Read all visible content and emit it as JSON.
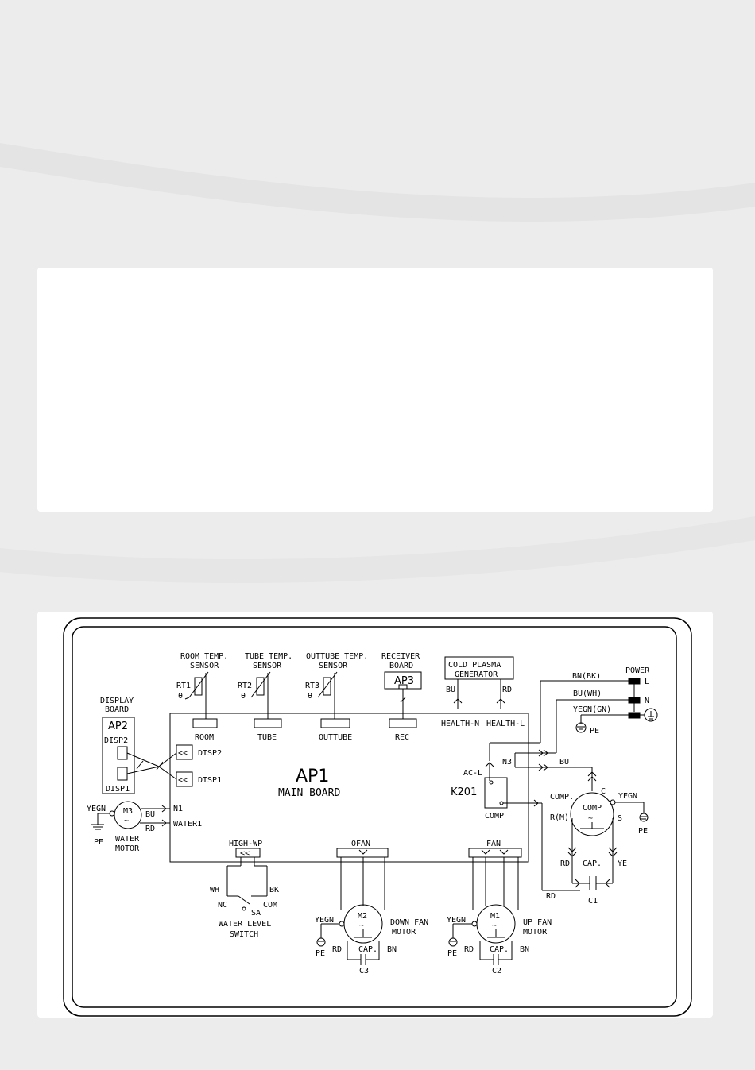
{
  "diagram": {
    "main_board": {
      "id": "AP1",
      "name": "MAIN BOARD"
    },
    "sensors": [
      {
        "title_line1": "ROOM TEMP.",
        "title_line2": "SENSOR",
        "ref": "RT1",
        "theta": "θ",
        "connector": "ROOM"
      },
      {
        "title_line1": "TUBE TEMP.",
        "title_line2": "SENSOR",
        "ref": "RT2",
        "theta": "θ",
        "connector": "TUBE"
      },
      {
        "title_line1": "OUTTUBE TEMP.",
        "title_line2": "SENSOR",
        "ref": "RT3",
        "theta": "θ",
        "connector": "OUTTUBE"
      }
    ],
    "receiver": {
      "title_line1": "RECEIVER",
      "title_line2": "BOARD",
      "id": "AP3",
      "connector": "REC"
    },
    "plasma": {
      "line1": "COLD PLASMA",
      "line2": "GENERATOR",
      "wire_left": "BU",
      "wire_right": "RD",
      "health_n": "HEALTH-N",
      "health_l": "HEALTH-L"
    },
    "display": {
      "title_line1": "DISPLAY",
      "title_line2": "BOARD",
      "id": "AP2",
      "disp2": "DISP2",
      "disp1": "DISP1",
      "arrow": "<<"
    },
    "water_motor": {
      "label_line1": "WATER",
      "label_line2": "MOTOR",
      "id": "M3",
      "yegn": "YEGN",
      "pe": "PE",
      "bu": "BU",
      "rd": "RD",
      "n1": "N1",
      "water1": "WATER1"
    },
    "power": {
      "title": "POWER",
      "l": "L",
      "n": "N",
      "bn": "BN(BK)",
      "bu": "BU(WH)",
      "yegn": "YEGN(GN)",
      "pe": "PE"
    },
    "relay": {
      "ac_l": "AC-L",
      "n3": "N3",
      "k201": "K201",
      "comp": "COMP",
      "bu": "BU"
    },
    "compressor": {
      "label": "COMP.",
      "inner": "COMP",
      "c": "C",
      "r": "R(M)",
      "s": "S",
      "yegn": "YEGN",
      "pe": "PE",
      "rd": "RD",
      "ye": "YE",
      "cap": "CAP.",
      "c1": "C1",
      "rd_wire": "RD"
    },
    "high_wp": {
      "label": "HIGH-WP",
      "wh": "WH",
      "bk": "BK",
      "nc": "NC",
      "com": "COM",
      "sa": "SA",
      "switch_line1": "WATER LEVEL",
      "switch_line2": "SWITCH"
    },
    "down_fan": {
      "connector": "OFAN",
      "id": "M2",
      "yegn": "YEGN",
      "pe": "PE",
      "rd": "RD",
      "bn": "BN",
      "cap": "CAP.",
      "c": "C3",
      "line1": "DOWN FAN",
      "line2": "MOTOR"
    },
    "up_fan": {
      "connector": "FAN",
      "id": "M1",
      "yegn": "YEGN",
      "pe": "PE",
      "rd": "RD",
      "bn": "BN",
      "cap": "CAP.",
      "c": "C2",
      "line1": "UP FAN",
      "line2": "MOTOR"
    }
  }
}
